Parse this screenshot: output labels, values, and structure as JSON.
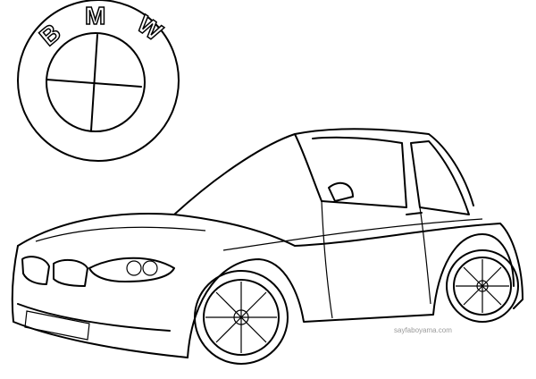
{
  "logo": {
    "letters": [
      "B",
      "M",
      "W"
    ]
  },
  "watermark": "sayfaboyama.com",
  "colors": {
    "line": "#000000",
    "background": "#ffffff",
    "watermark": "#9a9a9a"
  }
}
